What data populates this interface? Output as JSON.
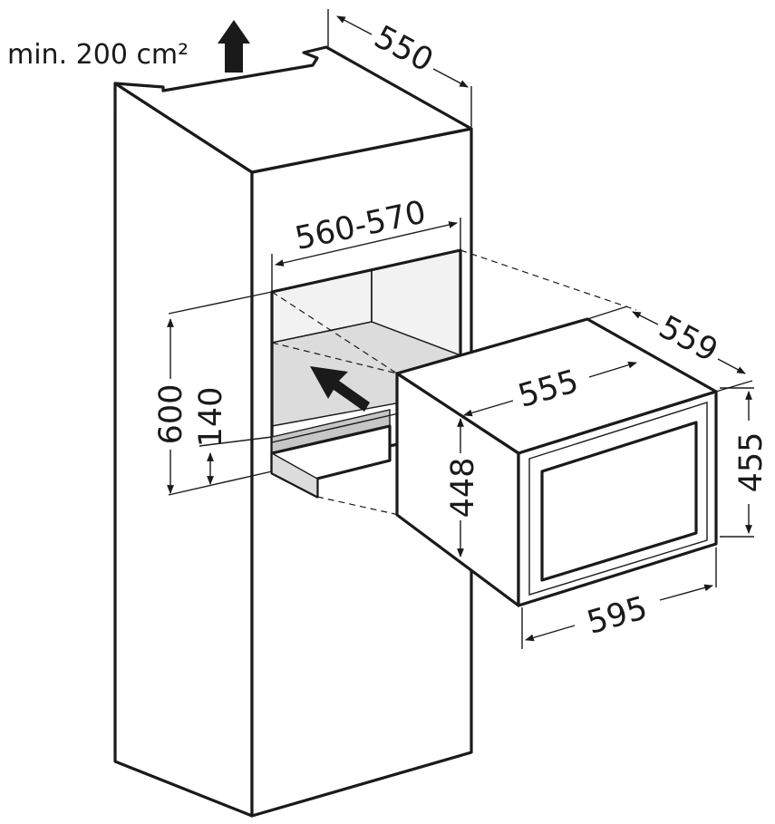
{
  "ventilation": {
    "label": "min. 200 cm²"
  },
  "dimensions": {
    "cabinet_depth": "550",
    "niche_width": "560-570",
    "niche_height": "600",
    "drawer_height": "140",
    "appliance_depth": "559",
    "appliance_body_width": "555",
    "appliance_body_height": "448",
    "appliance_front_height": "455",
    "appliance_front_width": "595"
  }
}
